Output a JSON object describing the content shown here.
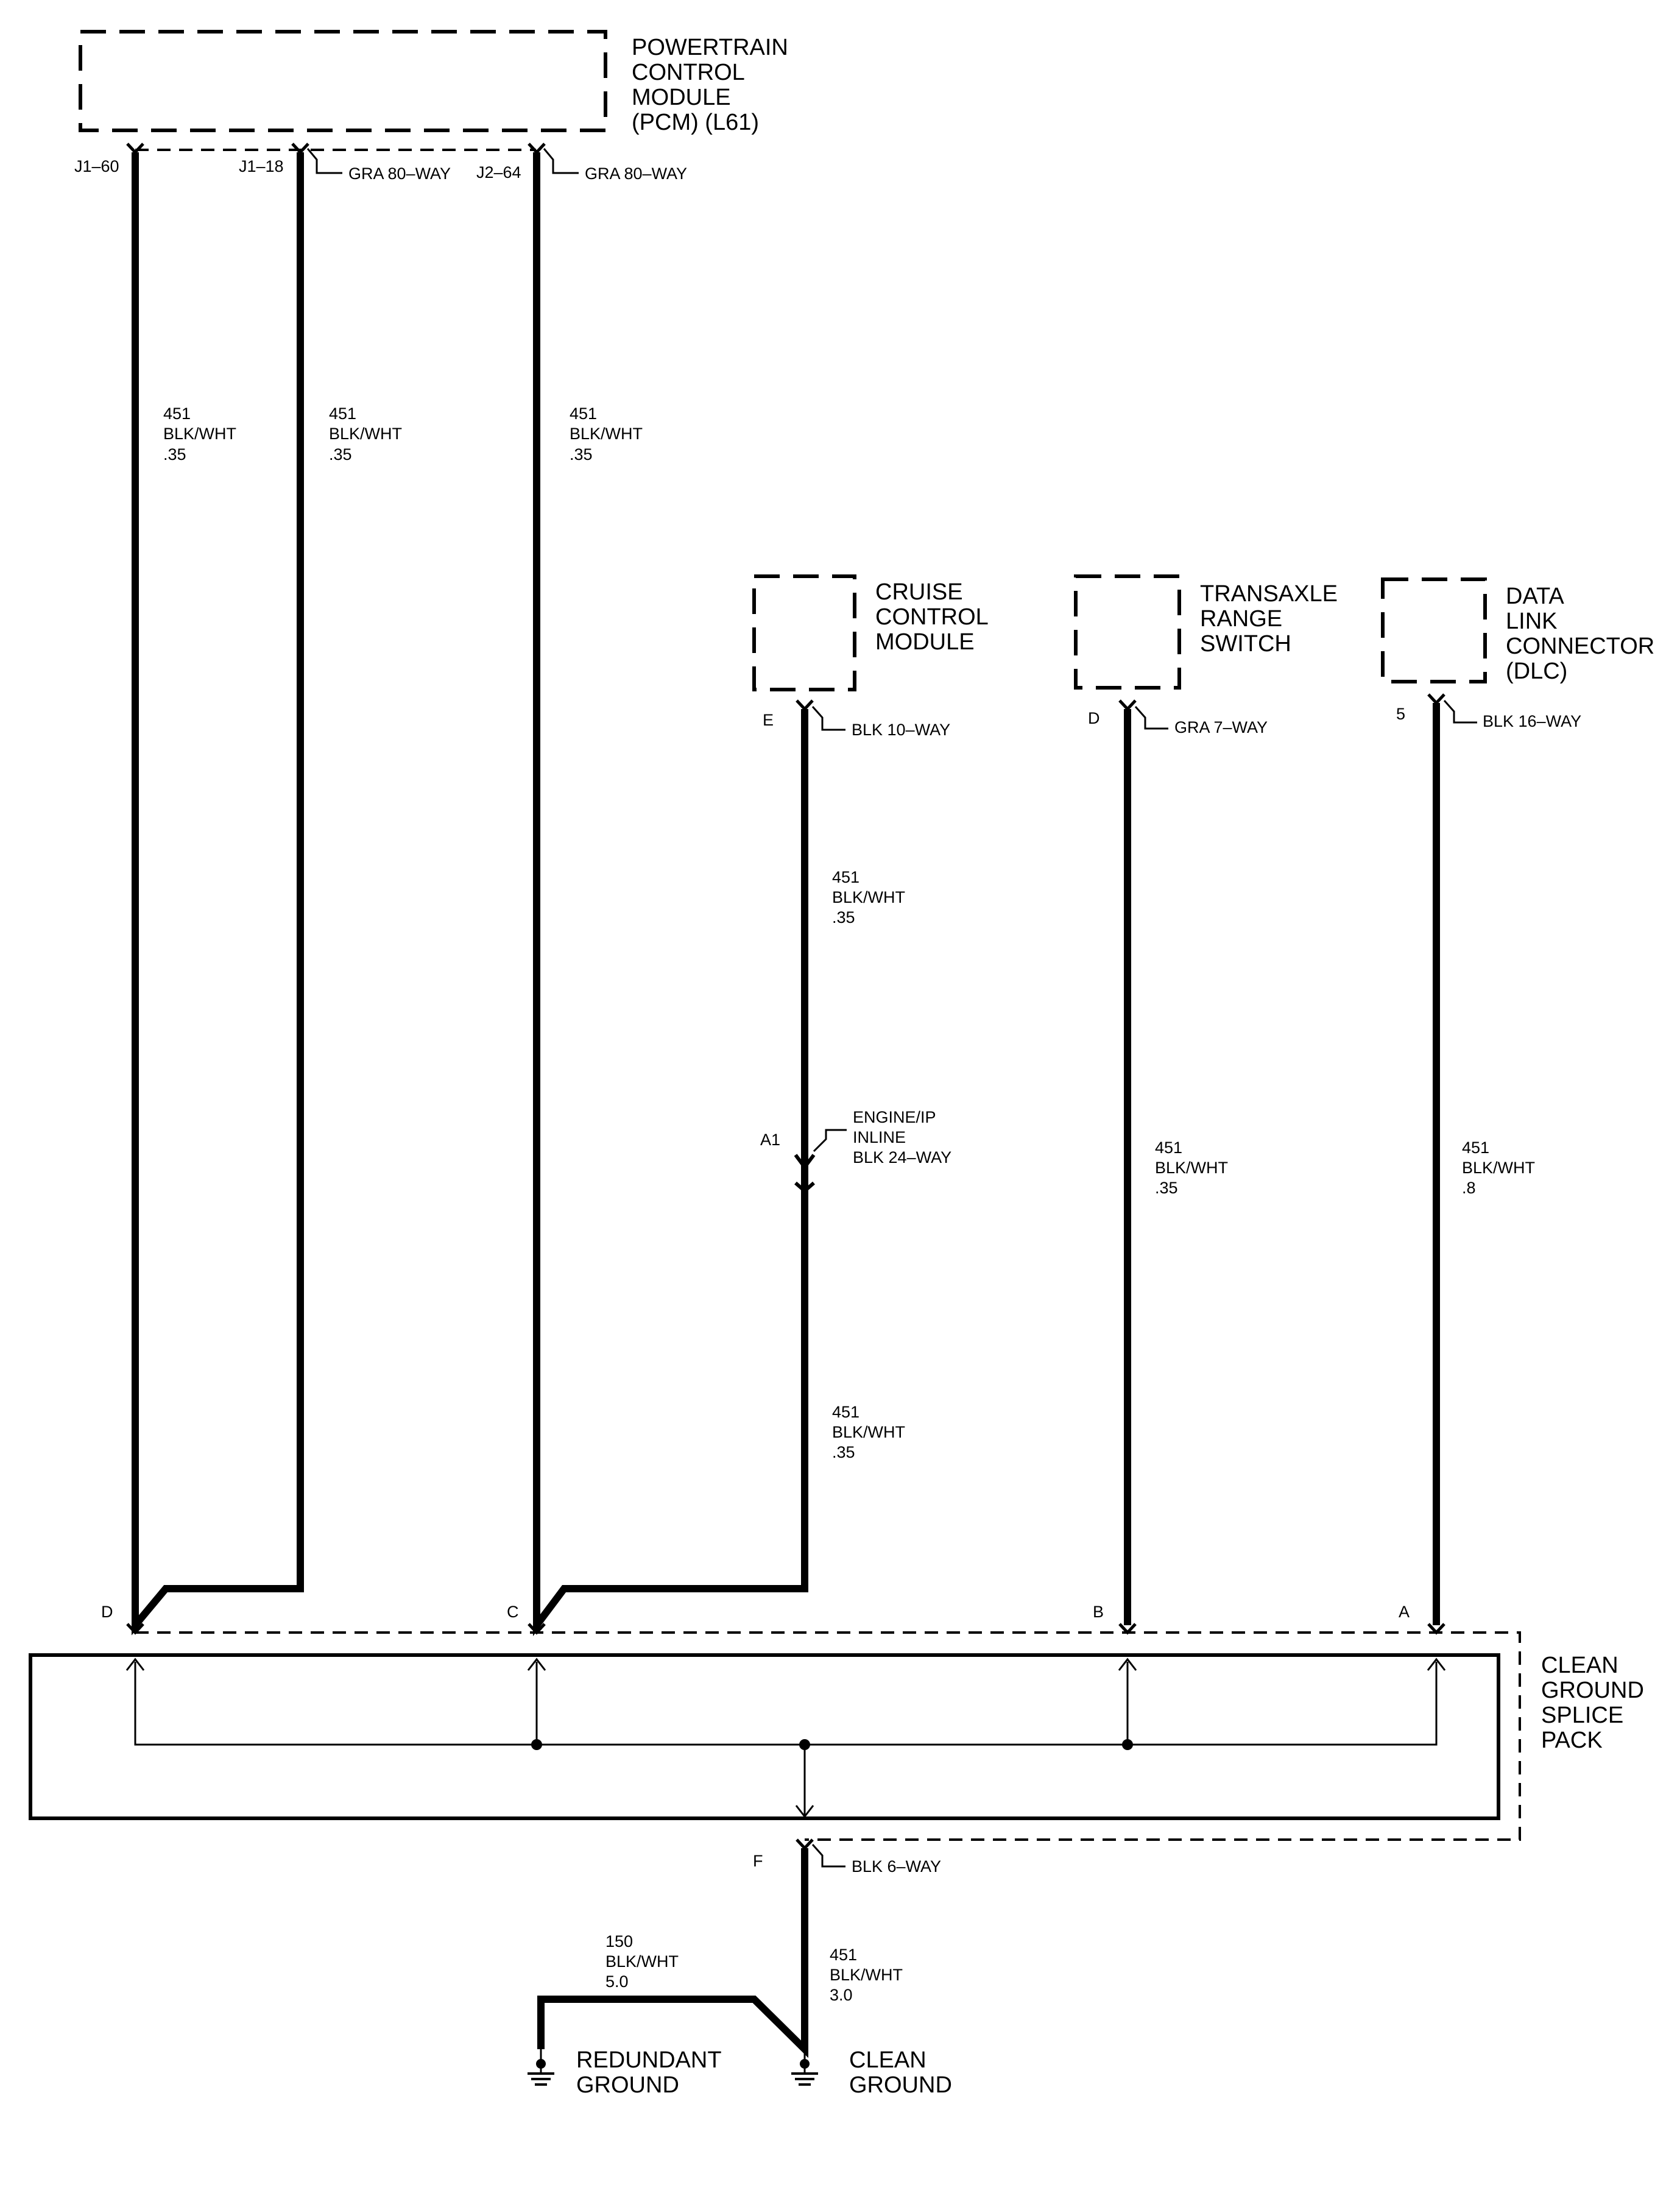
{
  "components": {
    "pcm": [
      "POWERTRAIN",
      "CONTROL",
      "MODULE",
      "(PCM) (L61)"
    ],
    "cruise": [
      "CRUISE",
      "CONTROL",
      "MODULE"
    ],
    "transaxle": [
      "TRANSAXLE",
      "RANGE",
      "SWITCH"
    ],
    "dlc": [
      "DATA",
      "LINK",
      "CONNECTOR",
      "(DLC)"
    ],
    "splice": [
      "CLEAN",
      "GROUND",
      "SPLICE",
      "PACK"
    ],
    "redundant_ground": [
      "REDUNDANT",
      "GROUND"
    ],
    "clean_ground": [
      "CLEAN",
      "GROUND"
    ]
  },
  "pins": {
    "pcm_j1_60": "J1–60",
    "pcm_j1_18": "J1–18",
    "pcm_j2_64": "J2–64",
    "cruise_e": "E",
    "transaxle_d": "D",
    "dlc_5": "5",
    "inline_a1": "A1",
    "splice_d": "D",
    "splice_c": "C",
    "splice_b": "B",
    "splice_a": "A",
    "splice_f": "F"
  },
  "connectors": {
    "pcm_j1": "GRA 80–WAY",
    "pcm_j2": "GRA 80–WAY",
    "cruise": "BLK 10–WAY",
    "transaxle": "GRA 7–WAY",
    "dlc": "BLK 16–WAY",
    "inline": [
      "ENGINE/IP",
      "INLINE",
      "BLK 24–WAY"
    ],
    "splice_out": "BLK 6–WAY"
  },
  "wires": {
    "pcm1": [
      "451",
      "BLK/WHT",
      ".35"
    ],
    "pcm2": [
      "451",
      "BLK/WHT",
      ".35"
    ],
    "pcm3": [
      "451",
      "BLK/WHT",
      ".35"
    ],
    "cruise_upper": [
      "451",
      "BLK/WHT",
      ".35"
    ],
    "cruise_lower": [
      "451",
      "BLK/WHT",
      ".35"
    ],
    "transaxle": [
      "451",
      "BLK/WHT",
      ".35"
    ],
    "dlc": [
      "451",
      "BLK/WHT",
      ".8"
    ],
    "ground_main": [
      "451",
      "BLK/WHT",
      "3.0"
    ],
    "ground_redundant": [
      "150",
      "BLK/WHT",
      "5.0"
    ]
  }
}
